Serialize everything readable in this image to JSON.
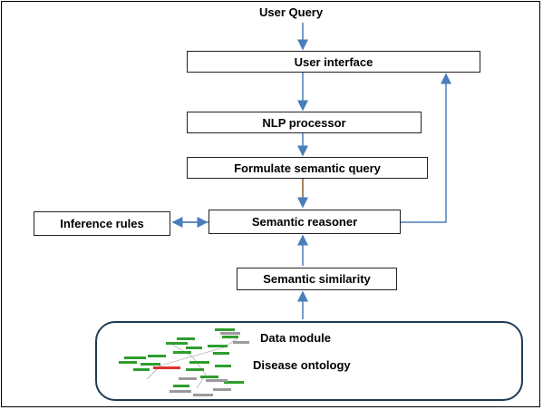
{
  "diagram": {
    "user_query": "User Query",
    "user_interface": "User interface",
    "nlp_processor": "NLP processor",
    "formulate_query": "Formulate semantic query",
    "semantic_reasoner": "Semantic reasoner",
    "inference_rules": "Inference rules",
    "semantic_similarity": "Semantic similarity",
    "data_module": "Data module",
    "disease_ontology": "Disease ontology"
  },
  "colors": {
    "arrow": "#4a7ebb",
    "ontology_green": "#2e9e2e",
    "ontology_gray": "#9a9a9a",
    "ontology_red": "#e03030",
    "module_border": "#1f3b57"
  }
}
